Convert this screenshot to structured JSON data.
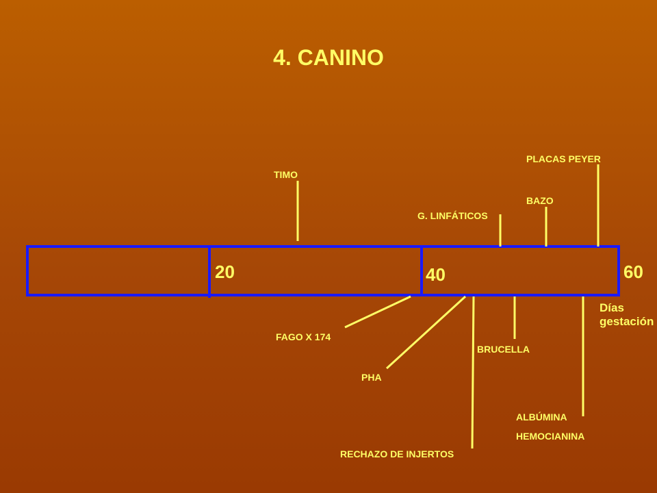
{
  "slide": {
    "title": "4. CANINO",
    "accent_color": "#ffff66",
    "bar_color": "#1a1aff"
  },
  "scale": {
    "ticks": [
      "20",
      "40",
      "60"
    ],
    "unit_line1": "Días",
    "unit_line2": "gestación"
  },
  "events_above": {
    "timo": "TIMO",
    "linfaticos": "G. LINFÁTICOS",
    "bazo": "BAZO",
    "peyer": "PLACAS PEYER"
  },
  "events_below": {
    "fago": "FAGO X 174",
    "pha": "PHA",
    "rechazo": "RECHAZO DE INJERTOS",
    "brucella": "BRUCELLA",
    "albumina": "ALBÚMINA",
    "hemocianina": "HEMOCIANINA"
  }
}
